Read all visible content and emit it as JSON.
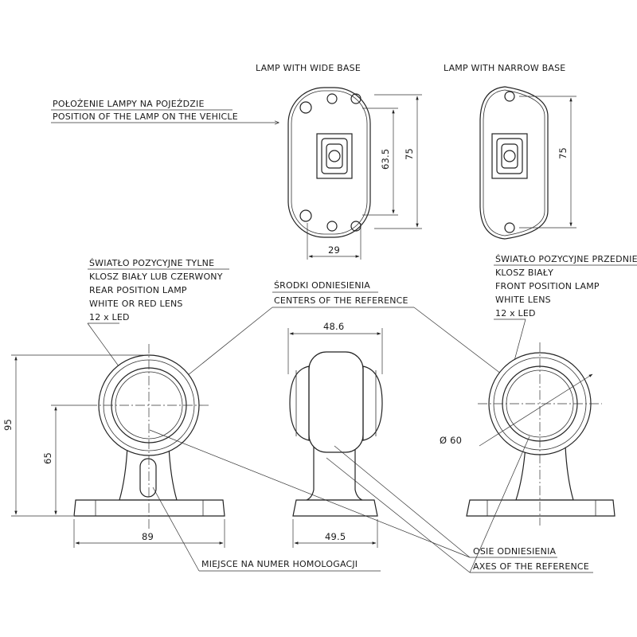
{
  "header": {
    "wide_base_label": "LAMP WITH WIDE BASE",
    "narrow_base_label": "LAMP WITH NARROW BASE"
  },
  "position_note": {
    "line_pl": "POŁOŻENIE LAMPY NA POJEŹDZIE",
    "line_en": "POSITION OF THE LAMP ON THE VEHICLE"
  },
  "rear_lamp_note": {
    "lines": [
      "ŚWIATŁO POZYCYJNE TYLNE",
      "KLOSZ BIAŁY LUB CZERWONY",
      "REAR POSITION LAMP",
      "WHITE OR RED LENS",
      "12 x LED"
    ]
  },
  "front_lamp_note": {
    "lines": [
      "ŚWIATŁO POZYCYJNE PRZEDNIE",
      "KLOSZ BIAŁY",
      "FRONT POSITION LAMP",
      "WHITE LENS",
      "12 x LED"
    ]
  },
  "reference_centers_note": {
    "line_pl": "ŚRODKI ODNIESIENIA",
    "line_en": "CENTERS OF THE REFERENCE"
  },
  "reference_axes_note": {
    "line_pl": "OSIE ODNIESIENIA",
    "line_en": "AXES OF THE REFERENCE"
  },
  "homologation_note": {
    "line_pl": "MIEJSCE NA NUMER HOMOLOGACJI"
  },
  "dimensions": {
    "wide_hole_spacing": "63.5",
    "wide_height": "75",
    "wide_width": "29",
    "narrow_height": "75",
    "front_width": "48.6",
    "front_base_width": "49.5",
    "side_base_width": "89",
    "total_height": "95",
    "axis_height": "65",
    "lens_diameter": "Ø 60"
  }
}
